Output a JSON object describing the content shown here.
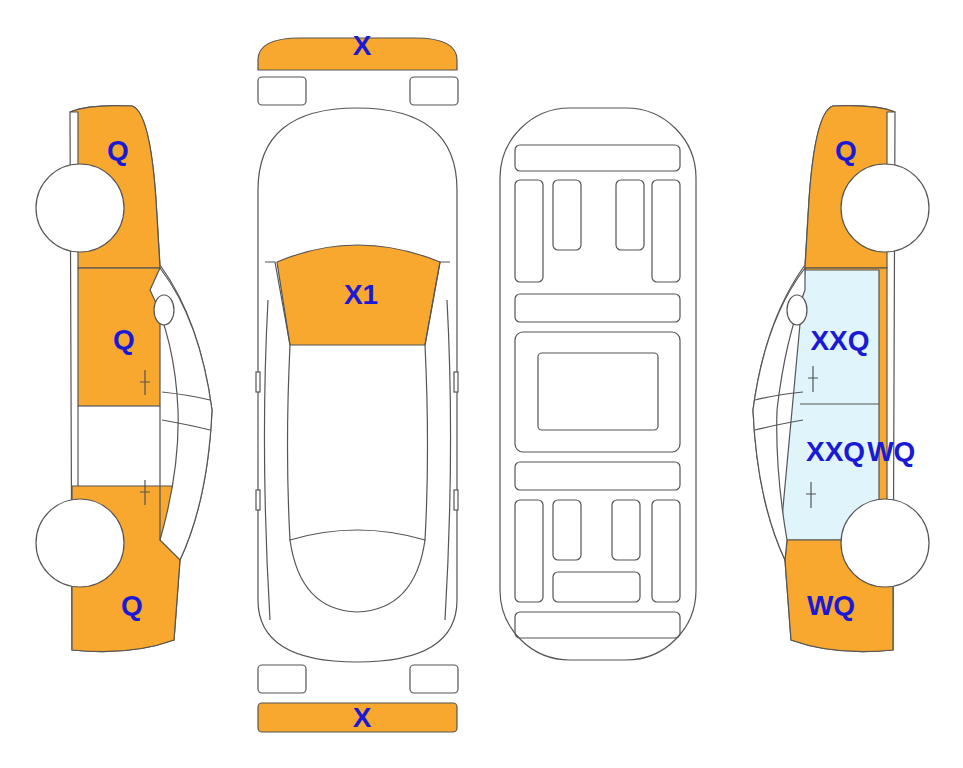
{
  "diagram": {
    "labels": [
      "X",
      "Q",
      "X1",
      "Q",
      "Q",
      "XXQ",
      "XXQ",
      "WQ",
      "Q",
      "WQ",
      "X"
    ]
  }
}
